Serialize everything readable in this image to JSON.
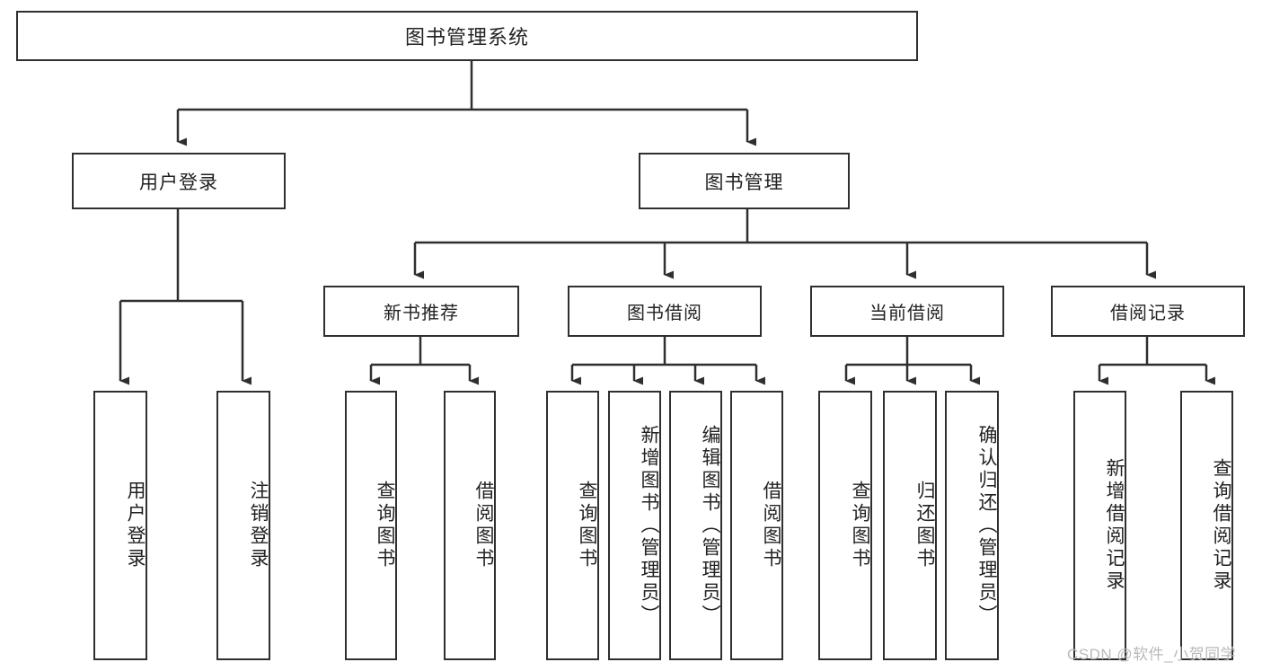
{
  "diagram": {
    "title": "图书管理系统",
    "type": "tree-hierarchy",
    "root": {
      "label": "图书管理系统"
    },
    "level2": [
      {
        "label": "用户登录"
      },
      {
        "label": "图书管理"
      }
    ],
    "level3": [
      {
        "label": "新书推荐"
      },
      {
        "label": "图书借阅"
      },
      {
        "label": "当前借阅"
      },
      {
        "label": "借阅记录"
      }
    ],
    "leaves": {
      "user_login": [
        {
          "label": "用户登录"
        },
        {
          "label": "注销登录"
        }
      ],
      "new_book_recommend": [
        {
          "label": "查询图书"
        },
        {
          "label": "借阅图书"
        }
      ],
      "book_borrow": [
        {
          "label": "查询图书"
        },
        {
          "label": "新增图书（管理员）"
        },
        {
          "label": "编辑图书（管理员）"
        },
        {
          "label": "借阅图书"
        }
      ],
      "current_borrow": [
        {
          "label": "查询图书"
        },
        {
          "label": "归还图书"
        },
        {
          "label": "确认归还（管理员）"
        }
      ],
      "borrow_record": [
        {
          "label": "新增借阅记录"
        },
        {
          "label": "查询借阅记录"
        }
      ]
    }
  },
  "watermark": {
    "text": "CSDN @软件_小贺同学"
  },
  "colors": {
    "border": "#2f2f2f",
    "text": "#222222",
    "background": "#ffffff",
    "watermark": "#b9b9b9"
  }
}
